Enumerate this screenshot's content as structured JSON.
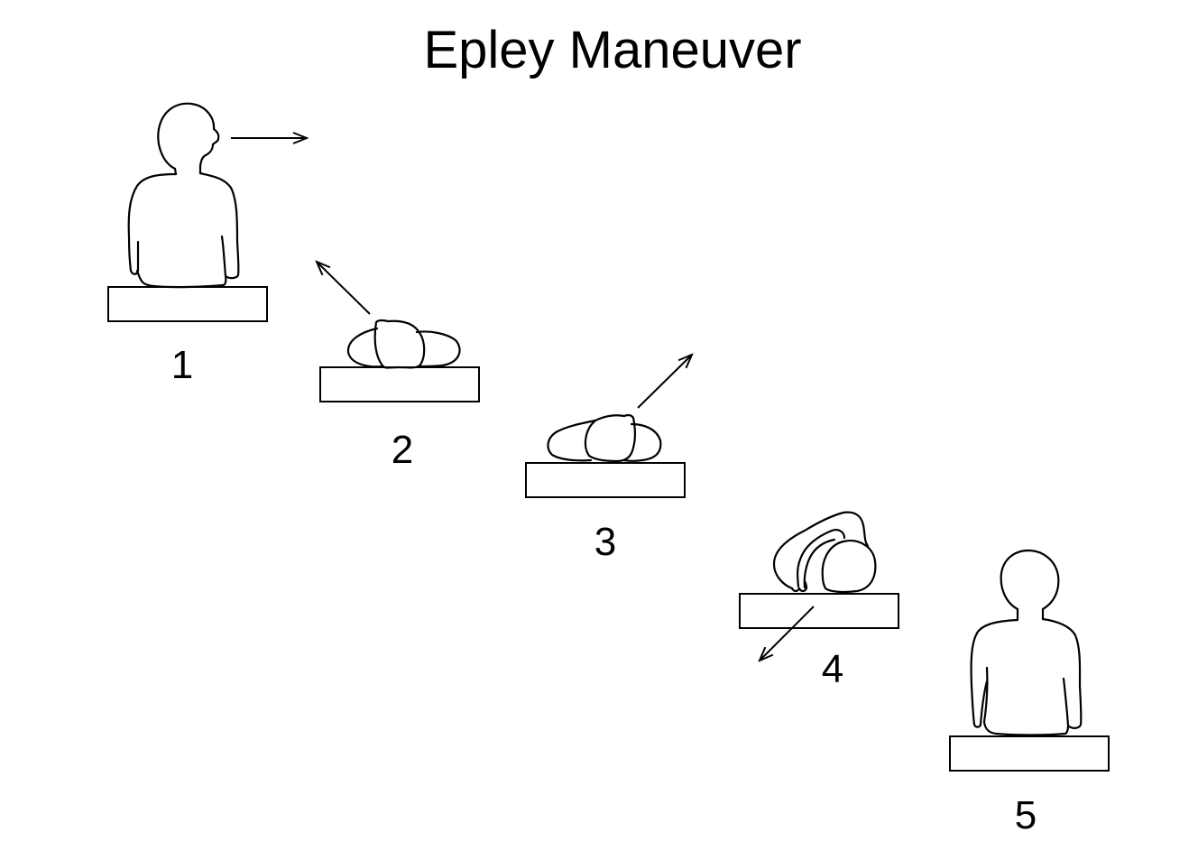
{
  "title": "Epley Maneuver",
  "steps": [
    {
      "label": "1",
      "position": "sitting upright, head turned",
      "arrow": "right"
    },
    {
      "label": "2",
      "position": "lying back",
      "arrow": "up-left"
    },
    {
      "label": "3",
      "position": "lying back, head turned",
      "arrow": "up-right"
    },
    {
      "label": "4",
      "position": "rolled onto side",
      "arrow": "down-left"
    },
    {
      "label": "5",
      "position": "sitting upright",
      "arrow": "none"
    }
  ],
  "colors": {
    "stroke": "#000000",
    "background": "#ffffff"
  }
}
